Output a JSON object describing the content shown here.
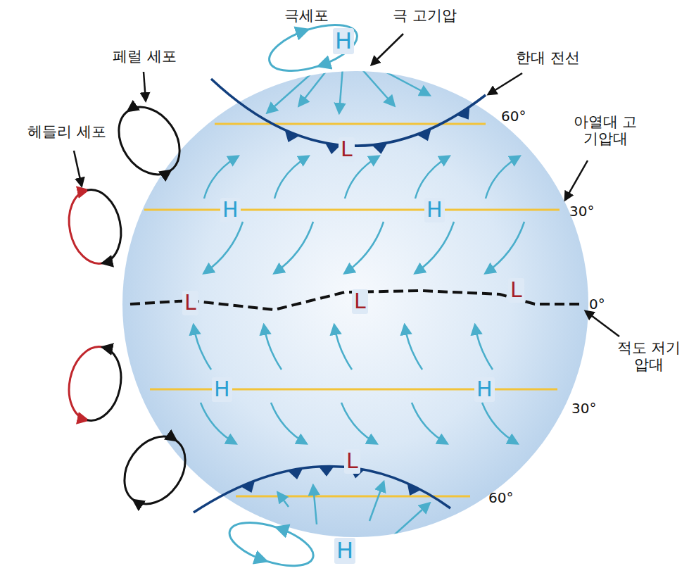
{
  "diagram": {
    "labels": [
      "극세포",
      "극 고기압",
      "한대 전선",
      "H",
      "페럴 세포",
      "60°",
      "L",
      "헤들리 세포",
      "아열대 고기압대",
      "H",
      "H",
      "30°",
      "L",
      "L",
      "L",
      "0°",
      "적도 저기압대",
      "H",
      "H",
      "30°",
      "L",
      "60°",
      "H"
    ]
  }
}
